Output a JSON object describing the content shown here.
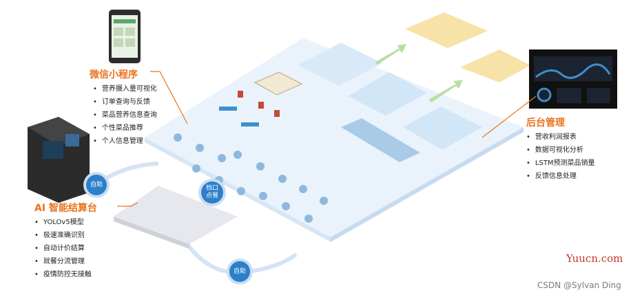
{
  "wechat": {
    "title": "微信小程序",
    "items": [
      "营养摄入量可视化",
      "订单查询与反馈",
      "菜品营养信息查询",
      "个性菜品推荐",
      "个人信息管理"
    ]
  },
  "ai_checkout": {
    "title": "AI 智能结算台",
    "items": [
      "YOLOv5模型",
      "极速准确识别",
      "自动计价结算",
      "就餐分流管理",
      "疫情防控无接触"
    ]
  },
  "backend": {
    "title": "后台管理",
    "items": [
      "营收利润报表",
      "数据可视化分析",
      "LSTM预测菜品销量",
      "反馈信息处理"
    ]
  },
  "badges": {
    "self_left": "自助",
    "counter": "档口点餐",
    "self_bottom": "自助"
  },
  "watermark": {
    "site": "Yuucn.com",
    "author": "CSDN @Sylvan Ding"
  },
  "colors": {
    "accent": "#e8741e",
    "badge": "#2c7fc9",
    "floor": "#eaf3fb",
    "line": "#c9ddf2"
  }
}
